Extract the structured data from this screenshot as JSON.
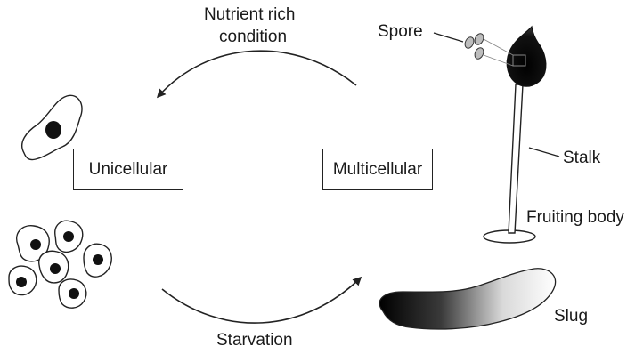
{
  "labels": {
    "top_arrow_line1": "Nutrient rich",
    "top_arrow_line2": "condition",
    "bottom_arrow": "Starvation",
    "unicellular": "Unicellular",
    "multicellular": "Multicellular",
    "spore": "Spore",
    "stalk": "Stalk",
    "fruiting_body": "Fruiting body",
    "slug": "Slug"
  },
  "colors": {
    "stroke": "#222222",
    "nucleus": "#111111",
    "spore_fill": "#bdbdbd"
  }
}
